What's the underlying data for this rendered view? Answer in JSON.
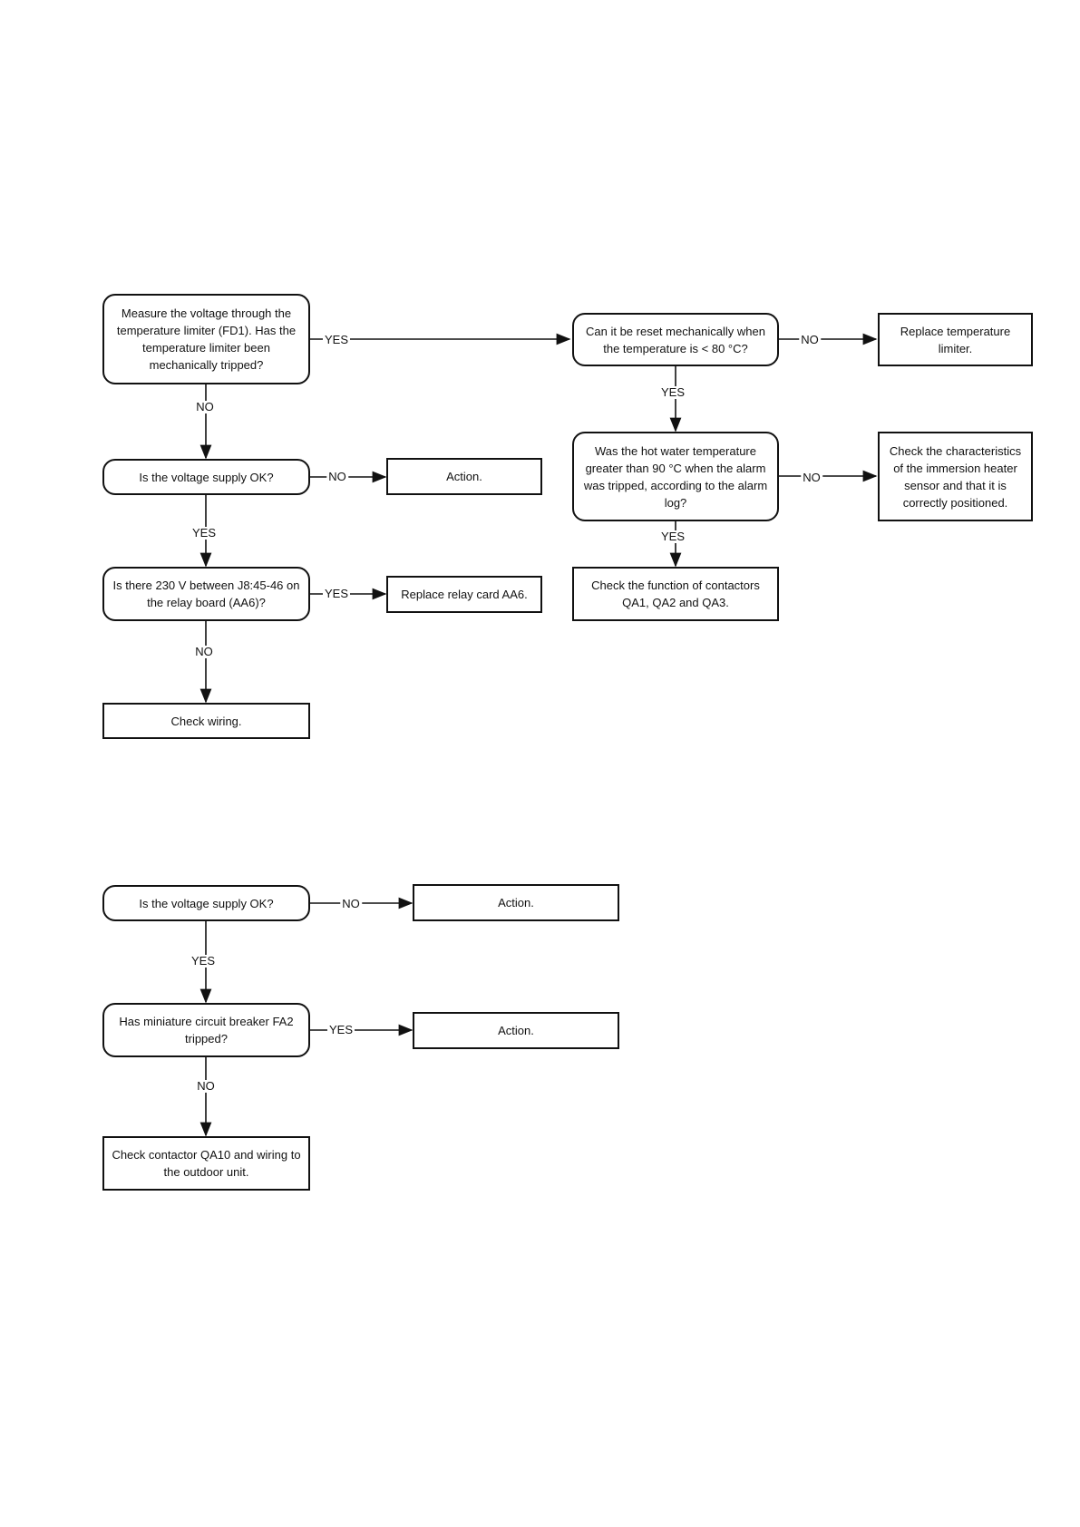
{
  "flow1": {
    "q_measure": "Measure the voltage through the temperature limiter (FD1). Has the temperature limiter been mechanically tripped?",
    "q_supply": "Is the voltage supply OK?",
    "a_action": "Action.",
    "q_230v": "Is there 230 V between J8:45-46 on the relay board (AA6)?",
    "a_relay": "Replace relay card AA6.",
    "a_wiring": "Check wiring.",
    "q_reset": "Can it be reset mechanically when the temperature is < 80 °C?",
    "a_replace_limiter": "Replace temperature limiter.",
    "q_hotwater": "Was the hot water temperature greater than 90 °C when the alarm was tripped, according to the alarm log?",
    "a_characteristics": "Check the characteristics of the immersion heater sensor and that it is correctly positioned.",
    "a_contactors": "Check the function of contactors QA1, QA2 and QA3.",
    "labels": {
      "measure_yes": "YES",
      "measure_no": "NO",
      "supply_no": "NO",
      "supply_yes": "YES",
      "v230_yes": "YES",
      "v230_no": "NO",
      "reset_no": "NO",
      "reset_yes": "YES",
      "hotwater_no": "NO",
      "hotwater_yes": "YES"
    }
  },
  "flow2": {
    "q_supply": "Is the voltage supply OK?",
    "a_action_1": "Action.",
    "q_breaker": "Has miniature circuit breaker FA2 tripped?",
    "a_action_2": "Action.",
    "a_contactor": "Check contactor QA10 and wiring to the outdoor unit.",
    "labels": {
      "supply_no": "NO",
      "supply_yes": "YES",
      "breaker_yes": "YES",
      "breaker_no": "NO"
    }
  }
}
